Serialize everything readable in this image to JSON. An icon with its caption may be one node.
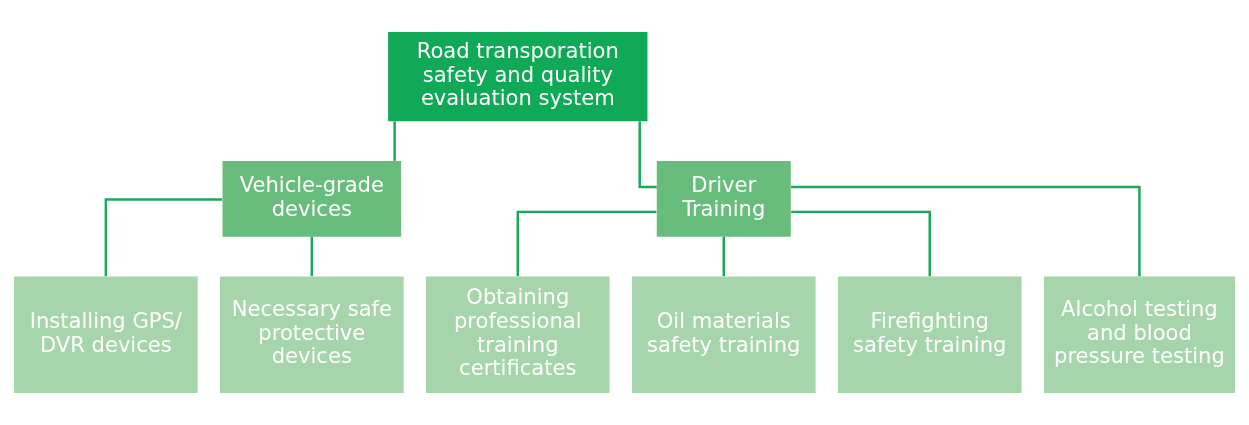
{
  "diagram": {
    "nodes": [
      {
        "text": [
          "Road transporation safety and quality evaluation system"
        ]
      },
      {
        "text": [
          "Vehicle-grade devices"
        ]
      },
      {
        "text": [
          "Driver Training"
        ]
      },
      {
        "text": [
          "Installing GPS/ DVR devices"
        ]
      },
      {
        "text": [
          "Necessary safe protective devices"
        ]
      },
      {
        "text": [
          "Obtaining professional training certificates"
        ]
      },
      {
        "text": [
          "Oil materials safety training"
        ]
      },
      {
        "text": [
          "Firefighting safety training"
        ]
      },
      {
        "text": [
          "Alcohol testing and blood pressure testing"
        ]
      }
    ],
    "edges": [
      {
        "from": 0,
        "to": 1,
        "arrow": "none"
      },
      {
        "from": 0,
        "to": 2,
        "arrow": "none"
      },
      {
        "from": 1,
        "to": 3,
        "arrow": "none"
      },
      {
        "from": 1,
        "to": 4,
        "arrow": "none"
      },
      {
        "from": 2,
        "to": 5,
        "arrow": "none"
      },
      {
        "from": 2,
        "to": 6,
        "arrow": "none"
      },
      {
        "from": 2,
        "to": 7,
        "arrow": "none"
      },
      {
        "from": 2,
        "to": 8,
        "arrow": "none"
      }
    ]
  }
}
